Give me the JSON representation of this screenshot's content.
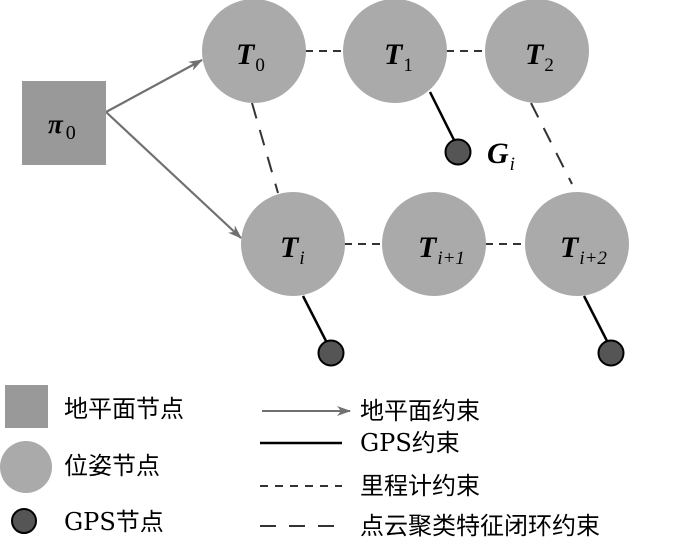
{
  "diagram": {
    "colors": {
      "ground_plane_node": "#999999",
      "pose_node": "#aaaaaa",
      "gps_node": "#555555",
      "gps_node_stroke": "#000000",
      "ground_plane_constraint": "#707070",
      "gps_constraint": "#000000",
      "odometry_constraint": "#333333",
      "loop_closure_constraint": "#333333"
    },
    "ground_node": {
      "id": "pi0",
      "symbol": "π",
      "subscript": "0"
    },
    "pose_nodes": [
      {
        "id": "T0",
        "symbol": "T",
        "subscript": "0"
      },
      {
        "id": "T1",
        "symbol": "T",
        "subscript": "1"
      },
      {
        "id": "T2",
        "symbol": "T",
        "subscript": "2"
      },
      {
        "id": "Ti",
        "symbol": "T",
        "subscript": "i"
      },
      {
        "id": "Ti1",
        "symbol": "T",
        "subscript": "i+1"
      },
      {
        "id": "Ti2",
        "symbol": "T",
        "subscript": "i+2"
      }
    ],
    "gps_nodes": [
      {
        "id": "Gi",
        "symbol": "G",
        "subscript": "i",
        "attached_to": "T1"
      },
      {
        "id": "G_Ti",
        "attached_to": "Ti"
      },
      {
        "id": "G_Ti2",
        "attached_to": "Ti2"
      }
    ],
    "edges": [
      {
        "from": "pi0",
        "to": "T0",
        "type": "ground_plane_constraint"
      },
      {
        "from": "pi0",
        "to": "Ti",
        "type": "ground_plane_constraint"
      },
      {
        "from": "T0",
        "to": "T1",
        "type": "odometry_constraint"
      },
      {
        "from": "T1",
        "to": "T2",
        "type": "odometry_constraint"
      },
      {
        "from": "Ti",
        "to": "Ti1",
        "type": "odometry_constraint"
      },
      {
        "from": "Ti1",
        "to": "Ti2",
        "type": "odometry_constraint"
      },
      {
        "from": "T0",
        "to": "Ti",
        "type": "loop_closure_constraint"
      },
      {
        "from": "T2",
        "to": "Ti2",
        "type": "loop_closure_constraint"
      },
      {
        "from": "T1",
        "to": "Gi",
        "type": "gps_constraint"
      },
      {
        "from": "Ti",
        "to": "G_Ti",
        "type": "gps_constraint"
      },
      {
        "from": "Ti2",
        "to": "G_Ti2",
        "type": "gps_constraint"
      }
    ]
  },
  "legend": {
    "nodes": [
      {
        "shape": "square",
        "label": "地平面节点"
      },
      {
        "shape": "circle",
        "label": "位姿节点"
      },
      {
        "shape": "small-circle",
        "label": "GPS节点"
      }
    ],
    "constraints": [
      {
        "style": "arrow",
        "label": "地平面约束"
      },
      {
        "style": "solid",
        "label": "GPS约束"
      },
      {
        "style": "short-dash",
        "label": "里程计约束"
      },
      {
        "style": "long-dash",
        "label": "点云聚类特征闭环约束"
      }
    ]
  }
}
